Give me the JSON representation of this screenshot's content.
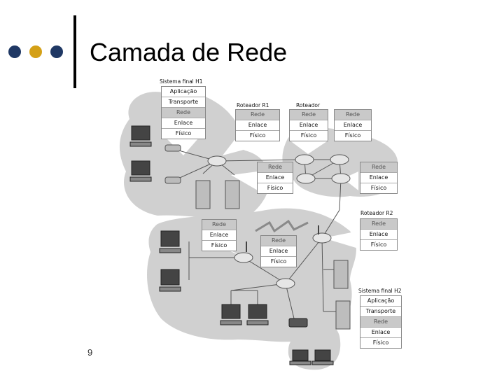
{
  "slide": {
    "title": "Camada de Rede",
    "page_number": "9",
    "bullet_colors": [
      "#1f3864",
      "#d4a017",
      "#1f3864"
    ]
  },
  "diagram": {
    "h1": {
      "caption": "Sistema final H1",
      "layers": [
        "Aplicação",
        "Transporte",
        "Rede",
        "Enlace",
        "Físico"
      ]
    },
    "r1": {
      "caption": "Roteador R1",
      "layers": [
        "Rede",
        "Enlace",
        "Físico"
      ]
    },
    "rt": {
      "caption": "Roteador",
      "layers": [
        "Rede",
        "Enlace",
        "Físico"
      ]
    },
    "rt2": {
      "layers": [
        "Rede",
        "Enlace",
        "Físico"
      ]
    },
    "mid": {
      "layers": [
        "Rede",
        "Enlace",
        "Físico"
      ]
    },
    "right": {
      "layers": [
        "Rede",
        "Enlace",
        "Físico"
      ]
    },
    "left": {
      "layers": [
        "Rede",
        "Enlace",
        "Físico"
      ]
    },
    "center": {
      "layers": [
        "Rede",
        "Enlace",
        "Físico"
      ]
    },
    "r2": {
      "caption": "Roteador R2",
      "layers": [
        "Rede",
        "Enlace",
        "Físico"
      ]
    },
    "h2": {
      "caption": "Sistema final H2",
      "layers": [
        "Aplicação",
        "Transporte",
        "Rede",
        "Enlace",
        "Físico"
      ]
    }
  }
}
